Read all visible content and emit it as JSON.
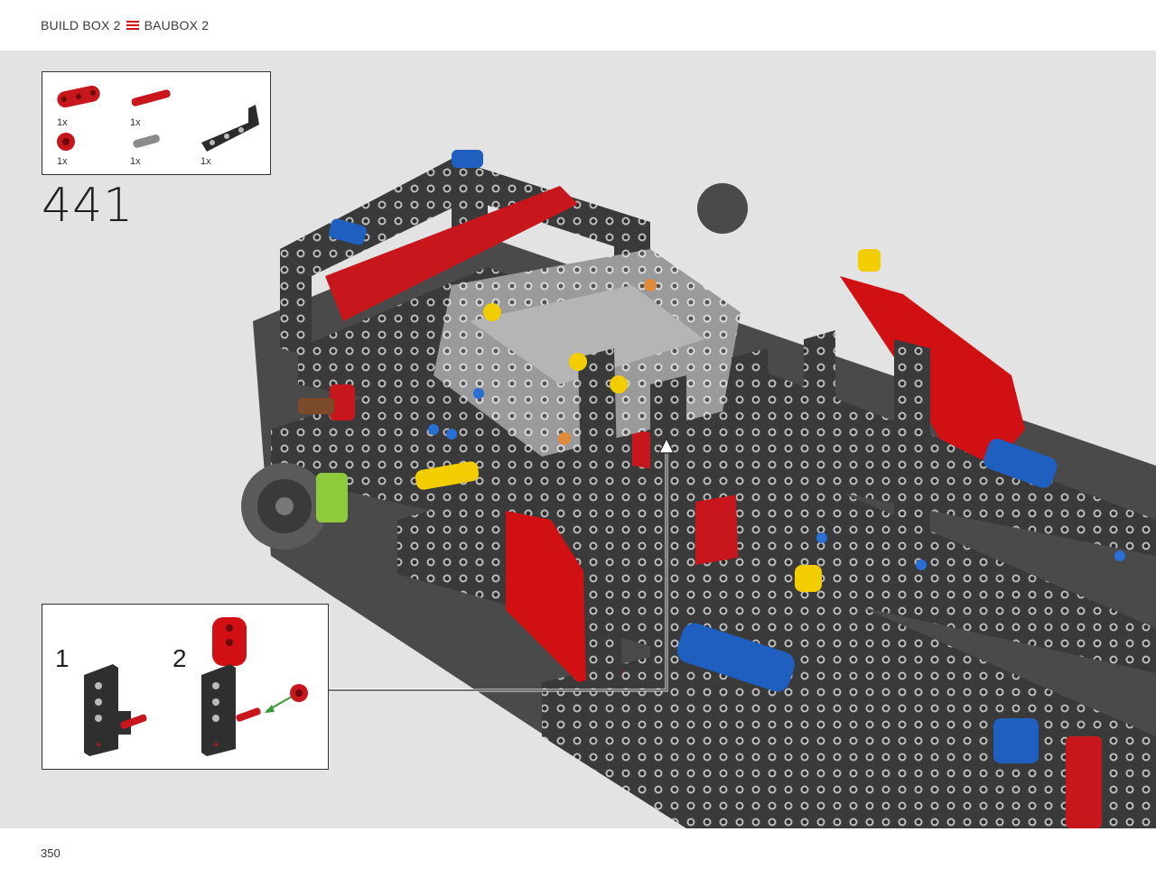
{
  "header": {
    "left_title": "BUILD BOX 2",
    "separator_icon": "triple-line-icon",
    "right_title": "BAUBOX 2",
    "accent_color": "#d01012"
  },
  "parts_list": {
    "items": [
      {
        "name": "red-beam-3-part",
        "quantity": "1x",
        "color": "#c8161d"
      },
      {
        "name": "red-axle-pin-part",
        "quantity": "1x",
        "color": "#c8161d"
      },
      {
        "name": "red-bush-part",
        "quantity": "1x",
        "color": "#c8161d"
      },
      {
        "name": "grey-axle-pin-part",
        "quantity": "1x",
        "color": "#8a8a8a"
      },
      {
        "name": "black-angled-beam-part",
        "quantity": "1x",
        "color": "#2b2b2b"
      }
    ]
  },
  "step": {
    "number": "441"
  },
  "sub_assembly": {
    "steps": [
      {
        "label": "1"
      },
      {
        "label": "2"
      }
    ]
  },
  "footer": {
    "page_number": "350"
  }
}
